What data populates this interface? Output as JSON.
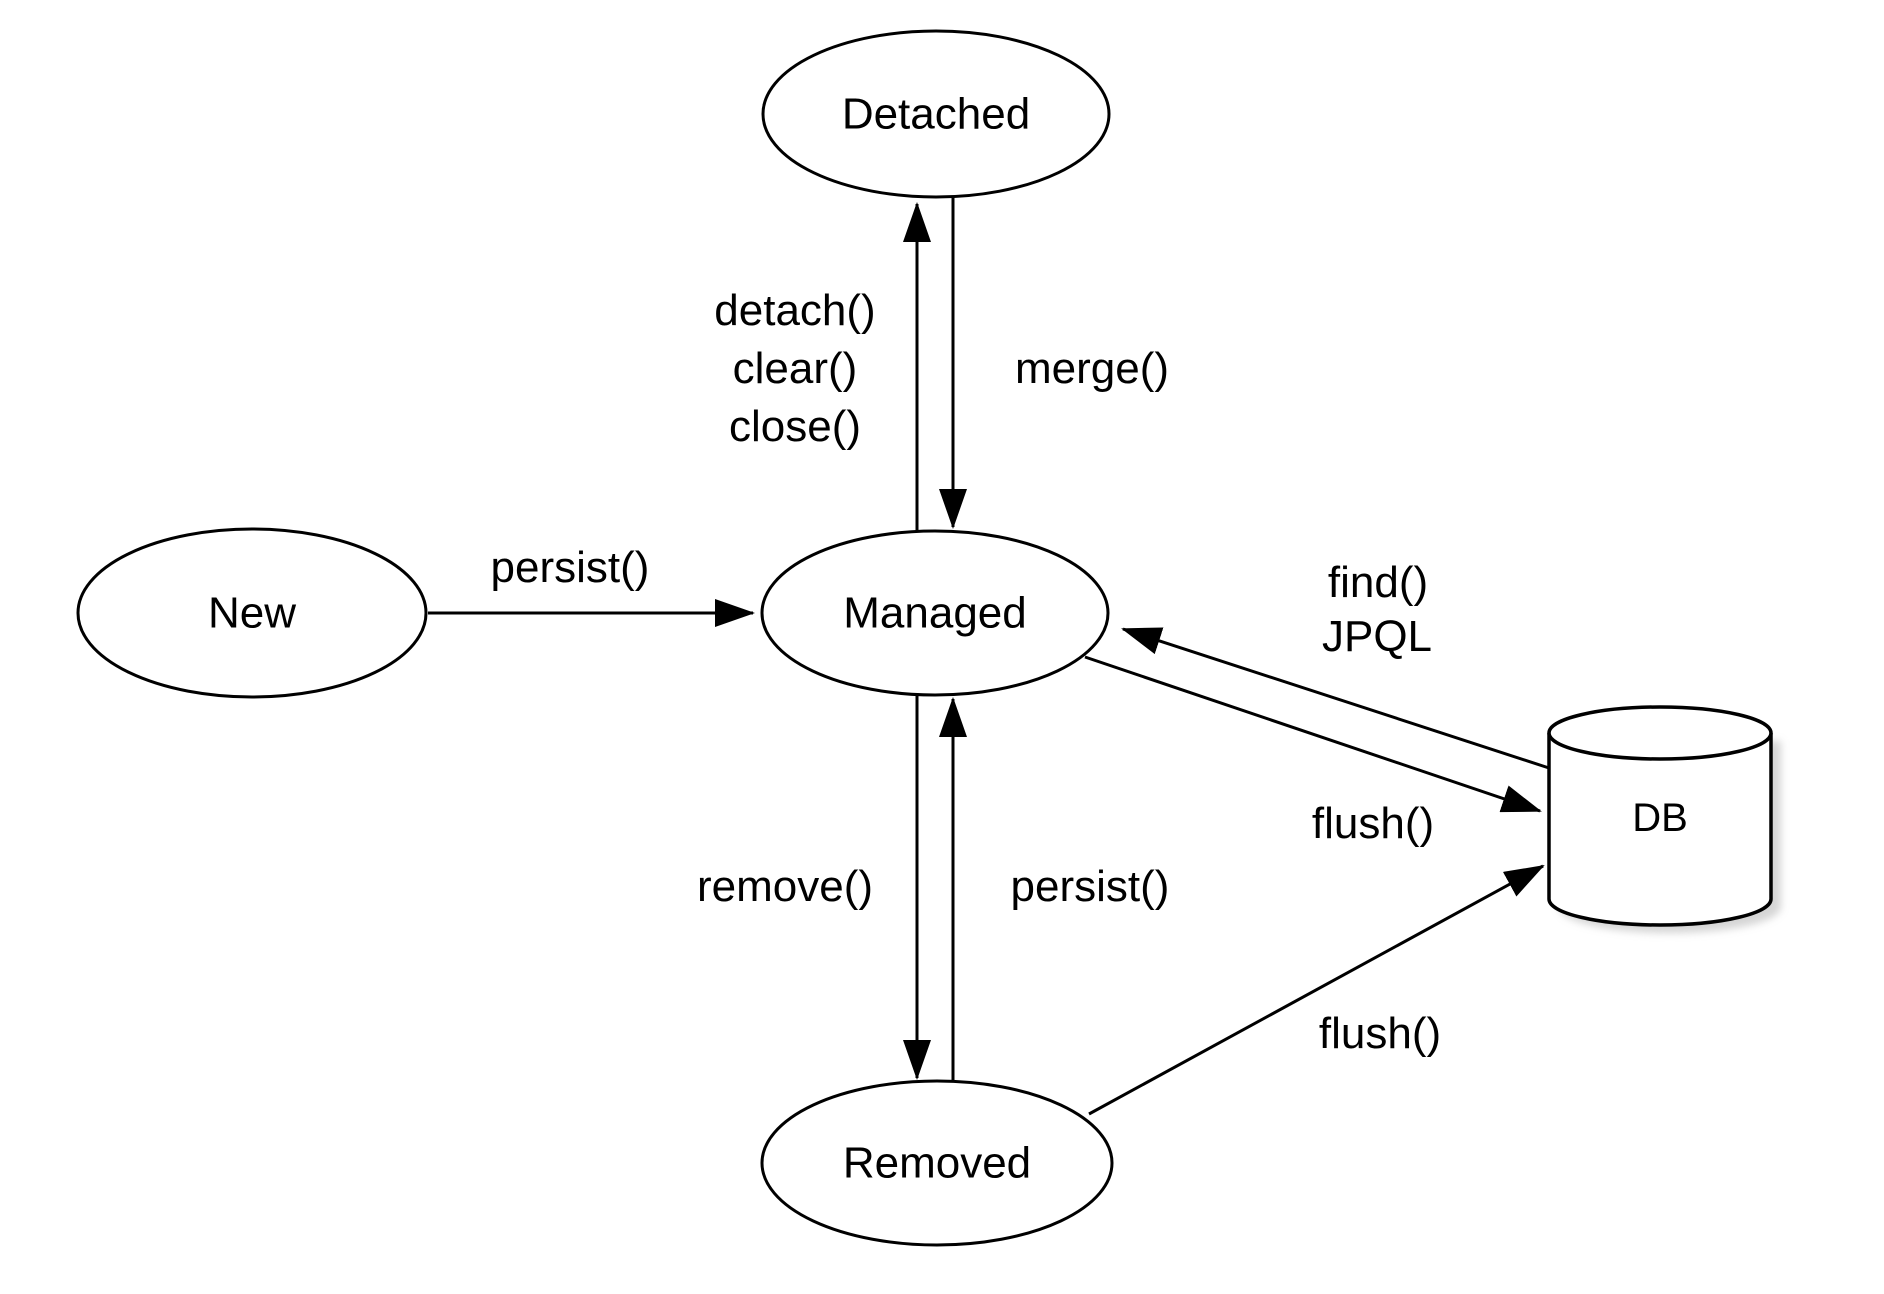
{
  "colors": {
    "ink": "#000000",
    "background": "#ffffff"
  },
  "nodes": {
    "detached": "Detached",
    "new": "New",
    "managed": "Managed",
    "removed": "Removed",
    "db": "DB"
  },
  "edges": {
    "managed_to_detached": {
      "labels": [
        "detach()",
        "clear()",
        "close()"
      ]
    },
    "detached_to_managed": {
      "label": "merge()"
    },
    "new_to_managed": {
      "label": "persist()"
    },
    "db_to_managed": {
      "labels": [
        "find()",
        "JPQL"
      ]
    },
    "managed_to_db": {
      "label": "flush()"
    },
    "managed_to_removed": {
      "label": "remove()"
    },
    "removed_to_managed": {
      "label": "persist()"
    },
    "removed_to_db": {
      "label": "flush()"
    }
  }
}
